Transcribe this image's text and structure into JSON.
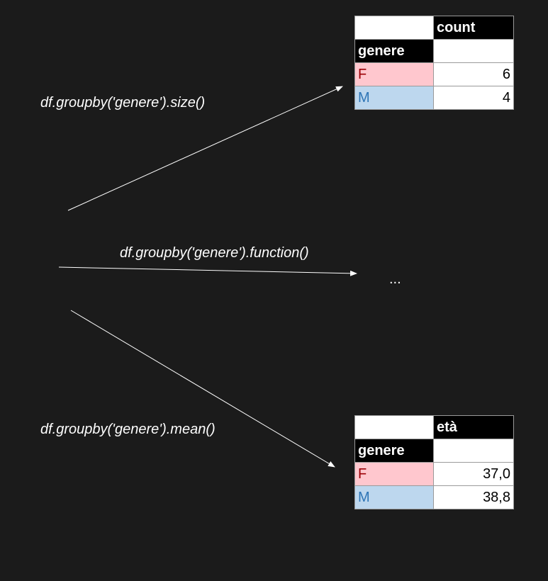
{
  "labels": {
    "size_call": "df.groupby('genere').size()",
    "function_call": "df.groupby('genere').function()",
    "mean_call": "df.groupby('genere').mean()",
    "ellipsis": "..."
  },
  "size_table": {
    "column_header": "count",
    "index_name": "genere",
    "rows": [
      {
        "key": "F",
        "value": "6"
      },
      {
        "key": "M",
        "value": "4"
      }
    ]
  },
  "mean_table": {
    "column_header": "età",
    "index_name": "genere",
    "rows": [
      {
        "key": "F",
        "value": "37,0"
      },
      {
        "key": "M",
        "value": "38,8"
      }
    ]
  },
  "colors": {
    "background": "#1b1b1b",
    "female_fill": "#ffc7ce",
    "female_text": "#9c0006",
    "male_fill": "#bdd7ee",
    "male_text": "#2e75b6",
    "arrow": "#ffffff"
  }
}
